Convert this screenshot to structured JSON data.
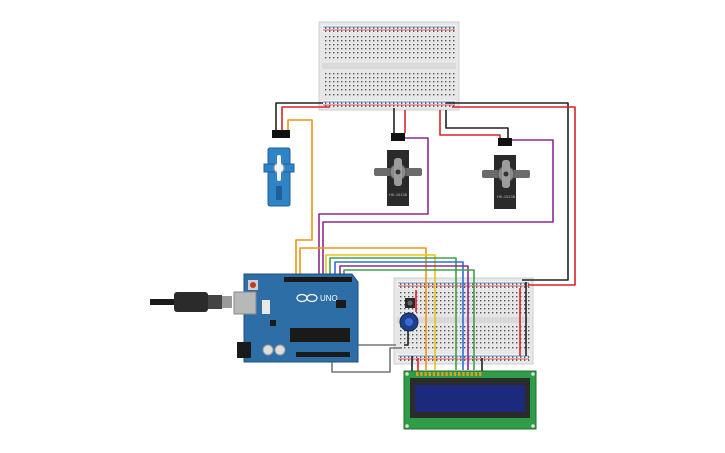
{
  "board": {
    "logo_text": "UNO",
    "color": "#2e6ea7"
  },
  "servos": [
    {
      "kind": "micro",
      "color": "#2f84c8"
    },
    {
      "kind": "standard",
      "label": "HK-15138",
      "color": "#333333"
    },
    {
      "kind": "standard",
      "label": "HK-15138",
      "color": "#333333"
    }
  ],
  "lcd": {
    "screen_color": "#1b2a7c",
    "board_color": "#2f9c48"
  },
  "wire_colors": {
    "power": "#d8232a",
    "ground": "#222222",
    "orange": "#f0960f",
    "purple": "#8d2a8f",
    "yellow": "#e5c31a",
    "green": "#3aa34a",
    "blue": "#2f6fd6",
    "gray": "#777777"
  }
}
